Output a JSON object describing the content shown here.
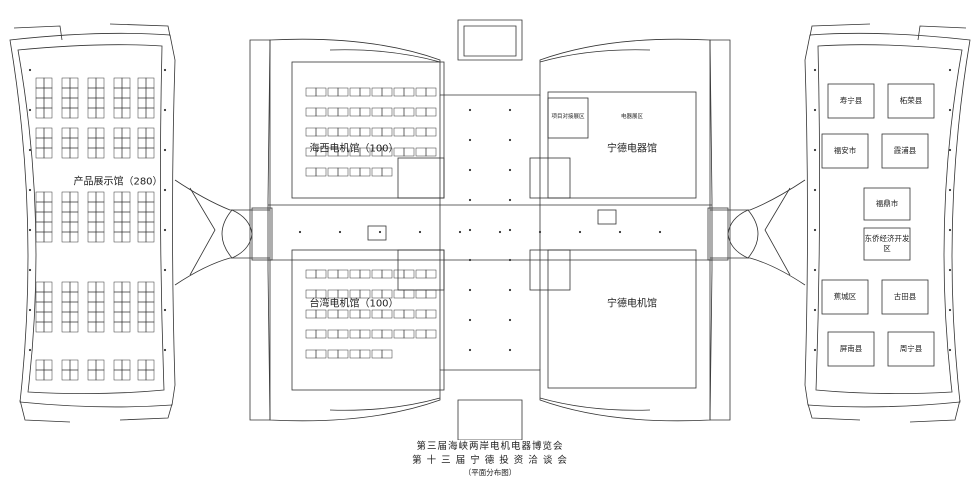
{
  "halls": {
    "product_display": "产品展示馆（280）",
    "haixi_motor": "海西电机馆（100）",
    "taiwan_motor": "台湾电机馆（100）",
    "ningde_electric": "宁德电器馆",
    "ningde_motor": "宁德电机馆",
    "docking_area": "项目对接展区",
    "electric_area": "电器展区"
  },
  "counties": [
    "寿宁县",
    "柘荣县",
    "福安市",
    "霞浦县",
    "福鼎市",
    "东侨经济开发区",
    "蕉城区",
    "古田县",
    "屏南县",
    "周宁县"
  ],
  "caption": {
    "line1": "第三届海峡两岸电机电器博览会",
    "line2": "第 十 三 届 宁 德 投 资 洽 谈 会",
    "line3": "（平面分布图）"
  }
}
